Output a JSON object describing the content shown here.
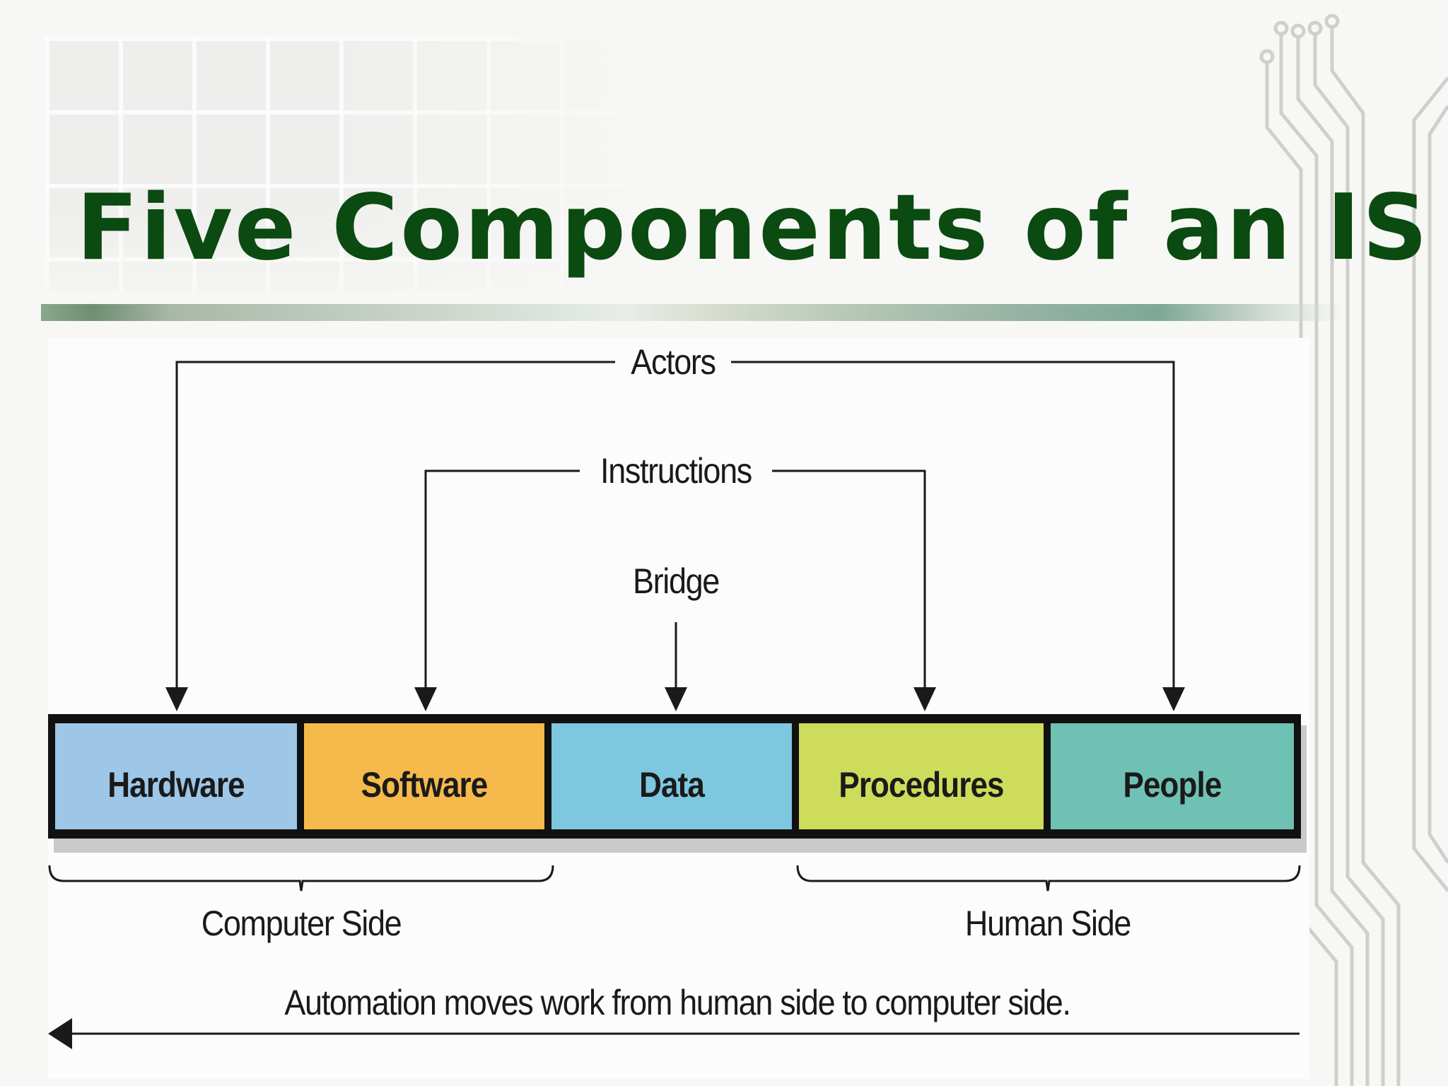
{
  "slide": {
    "title": "Five Components of an IS"
  },
  "diagram": {
    "actors_label": "Actors",
    "instructions_label": "Instructions",
    "bridge_label": "Bridge",
    "components": [
      {
        "label": "Hardware",
        "color": "#9dc6e7"
      },
      {
        "label": "Software",
        "color": "#f6b94b"
      },
      {
        "label": "Data",
        "color": "#7dc8e0"
      },
      {
        "label": "Procedures",
        "color": "#cddc5a"
      },
      {
        "label": "People",
        "color": "#6fc1b4"
      }
    ],
    "computer_side_label": "Computer Side",
    "human_side_label": "Human Side",
    "automation_label": "Automation moves work from human side to computer side."
  }
}
